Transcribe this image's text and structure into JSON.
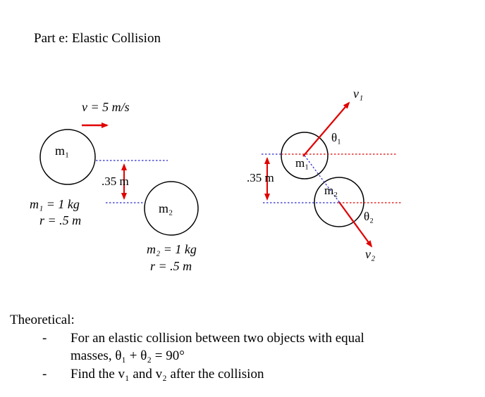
{
  "slide": {
    "title": "Part e: Elastic Collision"
  },
  "colors": {
    "arrow_red": "#e00000",
    "measure_blue": "#2828cc",
    "reference_red": "#e00000"
  },
  "before": {
    "velocity_label": "v = 5 m/s",
    "ball1_label": "m₁",
    "ball2_label": "m₂",
    "offset_label": ".35 m",
    "ball1_mass_label": "m₁ = 1 kg",
    "ball1_radius_label": "r = .5 m",
    "ball2_mass_label": "m₂ = 1 kg",
    "ball2_radius_label": "r = .5 m"
  },
  "after": {
    "v1_label": "v₁",
    "theta1_label": "θ₁",
    "ball1_label": "m₁",
    "offset_label": ".35 m",
    "ball2_label": "m₂",
    "theta2_label": "θ₂",
    "v2_label": "v₂"
  },
  "theory": {
    "heading": "Theoretical:",
    "bullets": [
      {
        "marker": "-",
        "lines": [
          "For an elastic collision between two objects with equal",
          "masses, θ₁ + θ₂ = 90°"
        ]
      },
      {
        "marker": "-",
        "lines": [
          "Find the v₁ and v₂ after the collision"
        ]
      }
    ]
  }
}
